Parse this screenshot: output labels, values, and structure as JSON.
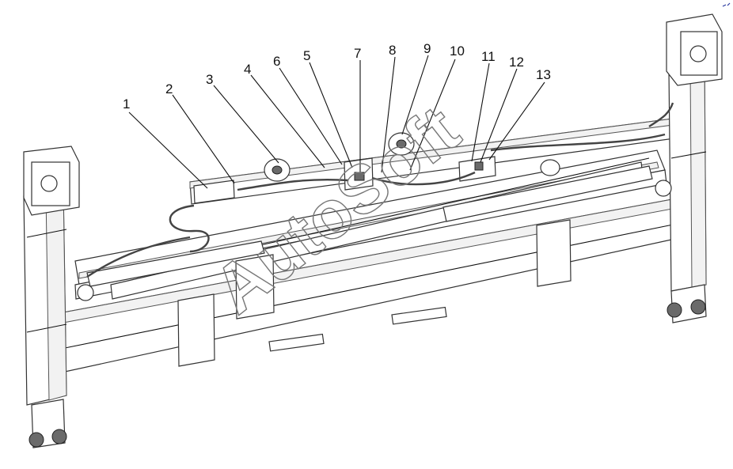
{
  "callouts": [
    {
      "label": "1"
    },
    {
      "label": "2"
    },
    {
      "label": "3"
    },
    {
      "label": "4"
    },
    {
      "label": "6"
    },
    {
      "label": "5"
    },
    {
      "label": "7"
    },
    {
      "label": "8"
    },
    {
      "label": "9"
    },
    {
      "label": "10"
    },
    {
      "label": "11"
    },
    {
      "label": "12"
    },
    {
      "label": "13"
    }
  ],
  "watermark": "AutoSoft",
  "colors": {
    "line": "#333333",
    "paper": "#ffffff",
    "watermark_outline": "#777777"
  }
}
